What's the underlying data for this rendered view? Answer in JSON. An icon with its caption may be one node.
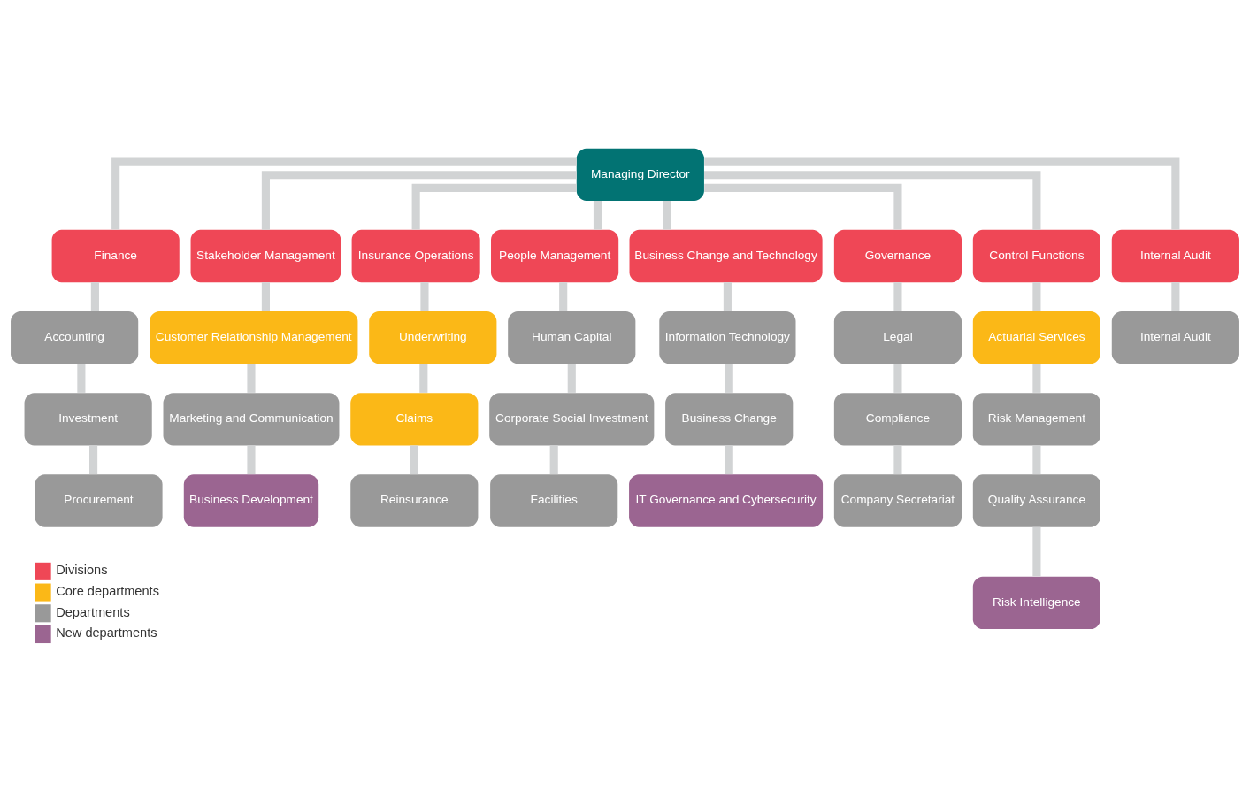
{
  "diagram": {
    "nodes": [
      {
        "text": [
          "Managing Director"
        ]
      },
      {
        "text": [
          "Finance"
        ]
      },
      {
        "text": [
          "Stakeholder Management"
        ]
      },
      {
        "text": [
          "Insurance Operations"
        ]
      },
      {
        "text": [
          "People Management"
        ]
      },
      {
        "text": [
          "Business Change and Technology"
        ]
      },
      {
        "text": [
          "Governance"
        ]
      },
      {
        "text": [
          "Control Functions"
        ]
      },
      {
        "text": [
          "Internal Audit"
        ]
      },
      {
        "text": [
          "Accounting"
        ]
      },
      {
        "text": [
          "Customer Relationship Management"
        ]
      },
      {
        "text": [
          "Underwriting"
        ]
      },
      {
        "text": [
          "Human Capital"
        ]
      },
      {
        "text": [
          "Information Technology"
        ]
      },
      {
        "text": [
          "Legal"
        ]
      },
      {
        "text": [
          "Actuarial Services"
        ]
      },
      {
        "text": [
          "Internal Audit"
        ]
      },
      {
        "text": [
          "Investment"
        ]
      },
      {
        "text": [
          "Marketing and Communication"
        ]
      },
      {
        "text": [
          "Claims"
        ]
      },
      {
        "text": [
          "Corporate Social Investment"
        ]
      },
      {
        "text": [
          "Business Change"
        ]
      },
      {
        "text": [
          "Compliance"
        ]
      },
      {
        "text": [
          "Risk Management"
        ]
      },
      {
        "text": [
          "Procurement"
        ]
      },
      {
        "text": [
          "Business Development"
        ]
      },
      {
        "text": [
          "Reinsurance"
        ]
      },
      {
        "text": [
          "Facilities"
        ]
      },
      {
        "text": [
          "IT Governance and Cybersecurity"
        ]
      },
      {
        "text": [
          "Company Secretariat"
        ]
      },
      {
        "text": [
          "Quality Assurance"
        ]
      },
      {
        "text": [
          "Risk Intelligence"
        ]
      }
    ],
    "edges": [
      {
        "from": 0,
        "to": 1,
        "arrow": "none"
      },
      {
        "from": 0,
        "to": 2,
        "arrow": "none"
      },
      {
        "from": 0,
        "to": 3,
        "arrow": "none"
      },
      {
        "from": 0,
        "to": 4,
        "arrow": "none"
      },
      {
        "from": 0,
        "to": 5,
        "arrow": "none"
      },
      {
        "from": 0,
        "to": 6,
        "arrow": "none"
      },
      {
        "from": 0,
        "to": 7,
        "arrow": "none"
      },
      {
        "from": 0,
        "to": 8,
        "arrow": "none"
      },
      {
        "from": 1,
        "to": 9,
        "arrow": "none"
      },
      {
        "from": 9,
        "to": 17,
        "arrow": "none"
      },
      {
        "from": 17,
        "to": 24,
        "arrow": "none"
      },
      {
        "from": 2,
        "to": 10,
        "arrow": "none"
      },
      {
        "from": 10,
        "to": 18,
        "arrow": "none"
      },
      {
        "from": 18,
        "to": 25,
        "arrow": "none"
      },
      {
        "from": 3,
        "to": 11,
        "arrow": "none"
      },
      {
        "from": 11,
        "to": 19,
        "arrow": "none"
      },
      {
        "from": 19,
        "to": 26,
        "arrow": "none"
      },
      {
        "from": 4,
        "to": 12,
        "arrow": "none"
      },
      {
        "from": 12,
        "to": 20,
        "arrow": "none"
      },
      {
        "from": 20,
        "to": 27,
        "arrow": "none"
      },
      {
        "from": 5,
        "to": 13,
        "arrow": "none"
      },
      {
        "from": 13,
        "to": 21,
        "arrow": "none"
      },
      {
        "from": 21,
        "to": 28,
        "arrow": "none"
      },
      {
        "from": 6,
        "to": 14,
        "arrow": "none"
      },
      {
        "from": 14,
        "to": 22,
        "arrow": "none"
      },
      {
        "from": 22,
        "to": 29,
        "arrow": "none"
      },
      {
        "from": 7,
        "to": 15,
        "arrow": "none"
      },
      {
        "from": 15,
        "to": 23,
        "arrow": "none"
      },
      {
        "from": 23,
        "to": 30,
        "arrow": "none"
      },
      {
        "from": 30,
        "to": 31,
        "arrow": "none"
      },
      {
        "from": 8,
        "to": 16,
        "arrow": "none"
      }
    ],
    "legend": [
      {
        "text": "Divisions",
        "color": "#ef4756"
      },
      {
        "text": "Core departments",
        "color": "#fbb817"
      },
      {
        "text": "Departments",
        "color": "#999999"
      },
      {
        "text": "New departments",
        "color": "#9b6591"
      }
    ]
  }
}
